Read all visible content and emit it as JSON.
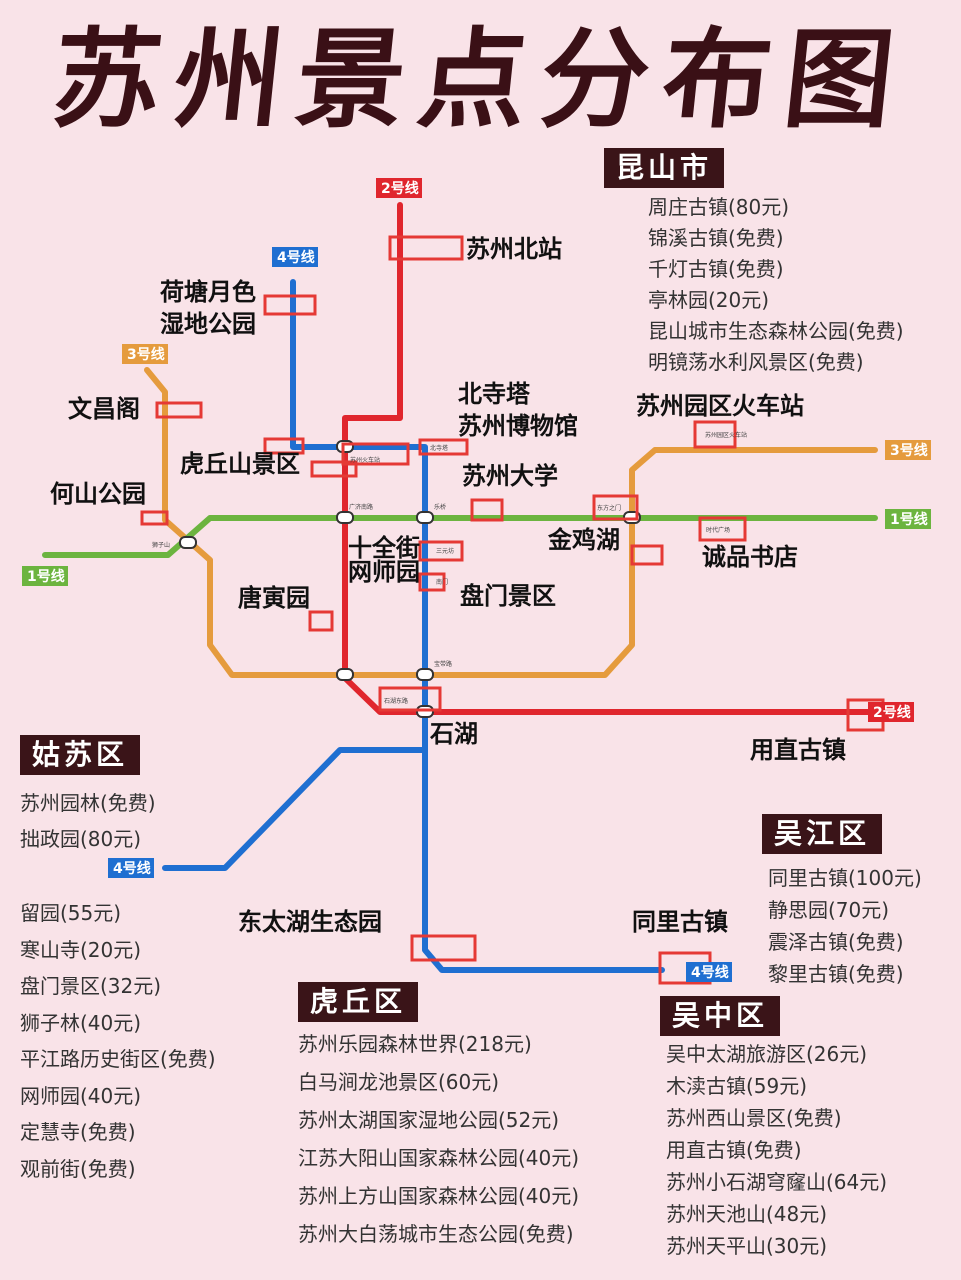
{
  "title": "苏州景点分布图",
  "colors": {
    "line1": "#6cb43f",
    "line2": "#e0262d",
    "line3": "#e59b3d",
    "line4": "#1f6fd1",
    "background": "#f9e3e8",
    "header": "#3a1418",
    "highlight": "#e53935"
  },
  "map": {
    "line_labels": {
      "line1": "1号线",
      "line2": "2号线",
      "line3": "3号线",
      "line4": "4号线"
    },
    "attractions": [
      "苏州北站",
      "荷塘月色",
      "湿地公园",
      "文昌阁",
      "虎丘山景区",
      "何山公园",
      "北寺塔",
      "苏州博物馆",
      "苏州园区火车站",
      "苏州大学",
      "金鸡湖",
      "十全街",
      "网师园",
      "诚品书店",
      "唐寅园",
      "盘门景区",
      "石湖",
      "用直古镇",
      "东太湖生态园",
      "同里古镇"
    ],
    "stations": [
      "苏州火车站",
      "广济南路",
      "乐桥",
      "狮子山",
      "东方之门",
      "石湖东路",
      "宝带路",
      "北寺塔",
      "三元坊",
      "南门",
      "时代广场",
      "苏州园区火车站"
    ]
  },
  "districts": [
    {
      "name": "昆山市",
      "items": [
        "周庄古镇(80元)",
        "锦溪古镇(免费)",
        "千灯古镇(免费)",
        "亭林园(20元)",
        "昆山城市生态森林公园(免费)",
        "明镜荡水利风景区(免费)"
      ]
    },
    {
      "name": "姑苏区",
      "items": [
        "苏州园林(免费)",
        "拙政园(80元)"
      ],
      "items2": [
        "留园(55元)",
        "寒山寺(20元)",
        "盘门景区(32元)",
        "狮子林(40元)",
        "平江路历史街区(免费)",
        "网师园(40元)",
        "定慧寺(免费)",
        "观前街(免费)"
      ]
    },
    {
      "name": "吴江区",
      "items": [
        "同里古镇(100元)",
        "静思园(70元)",
        "震泽古镇(免费)",
        "黎里古镇(免费)"
      ]
    },
    {
      "name": "虎丘区",
      "items": [
        "苏州乐园森林世界(218元)",
        "白马涧龙池景区(60元)",
        "苏州太湖国家湿地公园(52元)",
        "江苏大阳山国家森林公园(40元)",
        "苏州上方山国家森林公园(40元)",
        "苏州大白荡城市生态公园(免费)"
      ]
    },
    {
      "name": "吴中区",
      "items": [
        "吴中太湖旅游区(26元)",
        "木渎古镇(59元)",
        "苏州西山景区(免费)",
        "用直古镇(免费)",
        "苏州小石湖穹窿山(64元)",
        "苏州天池山(48元)",
        "苏州天平山(30元)"
      ]
    }
  ]
}
